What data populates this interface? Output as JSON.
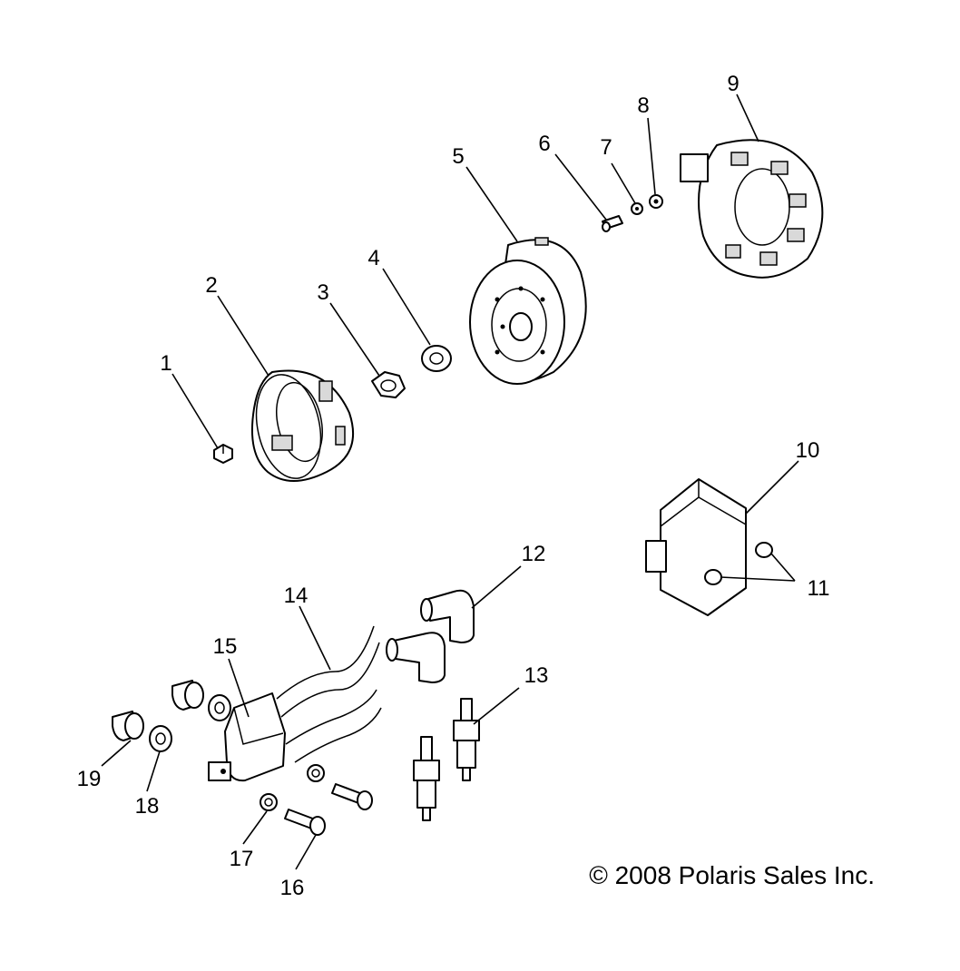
{
  "diagram": {
    "callouts": [
      {
        "id": "1",
        "text": "1"
      },
      {
        "id": "2",
        "text": "2"
      },
      {
        "id": "3",
        "text": "3"
      },
      {
        "id": "4",
        "text": "4"
      },
      {
        "id": "5",
        "text": "5"
      },
      {
        "id": "6",
        "text": "6"
      },
      {
        "id": "7",
        "text": "7"
      },
      {
        "id": "8",
        "text": "8"
      },
      {
        "id": "9",
        "text": "9"
      },
      {
        "id": "10",
        "text": "10"
      },
      {
        "id": "11",
        "text": "11"
      },
      {
        "id": "12",
        "text": "12"
      },
      {
        "id": "13",
        "text": "13"
      },
      {
        "id": "14",
        "text": "14"
      },
      {
        "id": "15",
        "text": "15"
      },
      {
        "id": "16",
        "text": "16"
      },
      {
        "id": "17",
        "text": "17"
      },
      {
        "id": "18",
        "text": "18"
      },
      {
        "id": "19",
        "text": "19"
      }
    ],
    "copyright": "© 2008 Polaris Sales Inc."
  }
}
